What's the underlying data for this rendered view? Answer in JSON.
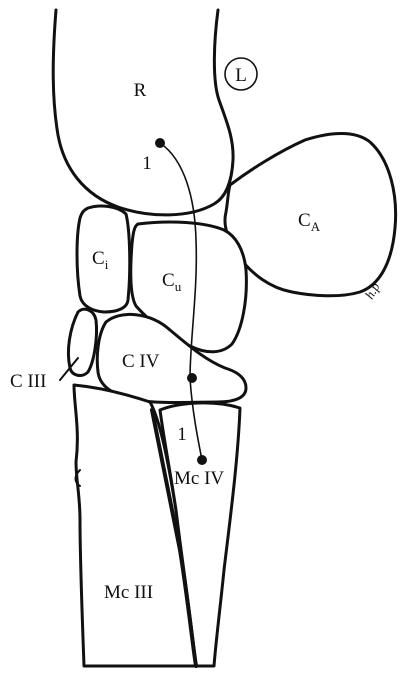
{
  "labels": {
    "radius": "R",
    "side": "L",
    "point_1_upper": "1",
    "point_1_lower": "1",
    "accessory_main": "C",
    "accessory_sub": "A",
    "intermedium_main": "C",
    "intermedium_sub": "i",
    "ulnar_main": "C",
    "ulnar_sub": "u",
    "c3": "C III",
    "c4": "C IV",
    "mc4": "Mc IV",
    "mc3": "Mc III",
    "signature": "h.p"
  },
  "colors": {
    "ink": "#111111",
    "paper": "#ffffff"
  }
}
